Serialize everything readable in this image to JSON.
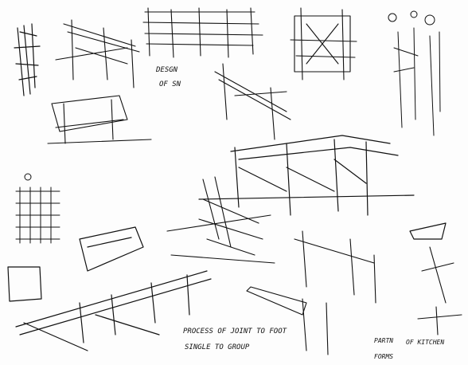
{
  "sheet": {
    "ink": "#111111",
    "paper": "#fdfdfd",
    "notes": {
      "a1": "DESGN",
      "a2": "OF SN",
      "b1": "PROCESS OF JOINT TO FOOT",
      "b2": "SINGLE TO GROUP",
      "c1": "PARTN",
      "c2": "OF KITCHEN",
      "c3": "FORMS"
    }
  }
}
